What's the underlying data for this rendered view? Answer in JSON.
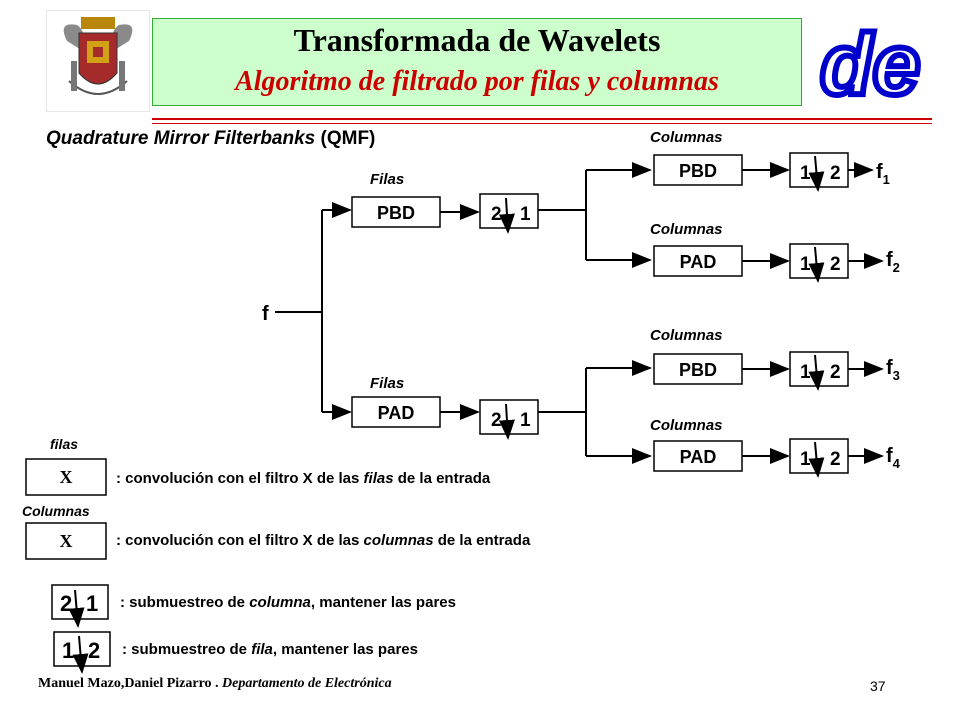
{
  "header": {
    "title": "Transformada de Wavelets",
    "subtitle": "Algoritmo de filtrado por filas y columnas",
    "logo_text": "de"
  },
  "section": {
    "heading_italic": "Quadrature Mirror Filterbanks",
    "heading_rest": " (QMF)"
  },
  "diagram": {
    "input": "f",
    "row_label": "Filas",
    "col_label": "Columnas",
    "filters": {
      "low": "PBD",
      "high": "PAD"
    },
    "downsample_row": [
      "2",
      "1"
    ],
    "downsample_col": [
      "1",
      "2"
    ],
    "outputs": [
      {
        "name": "f",
        "sub": "1"
      },
      {
        "name": "f",
        "sub": "2"
      },
      {
        "name": "f",
        "sub": "3"
      },
      {
        "name": "f",
        "sub": "4"
      }
    ]
  },
  "legend": {
    "filas_label": "filas",
    "columnas_label": "Columnas",
    "box_symbol": "X",
    "rows_text": ":  convolución con el filtro X de las ",
    "rows_italic": "filas",
    "rows_end": " de la entrada",
    "cols_text": ":  convolución con el filtro X de las ",
    "cols_italic": "columnas",
    "cols_end": " de la entrada",
    "down_col_text": ":  submuestreo de  ",
    "down_col_italic": "columna",
    "down_col_end": ", mantener las pares",
    "down_row_text": ":  submuestreo de  ",
    "down_row_italic": "fila",
    "down_row_end": ", mantener las pares"
  },
  "footer": {
    "authors": "Manuel Mazo,Daniel Pizarro . ",
    "dept": "Departamento de Electrónica",
    "page": "37"
  },
  "colors": {
    "title_bg": "#ccffcc",
    "accent": "#cc0000",
    "logo_blue": "#0000cc"
  }
}
